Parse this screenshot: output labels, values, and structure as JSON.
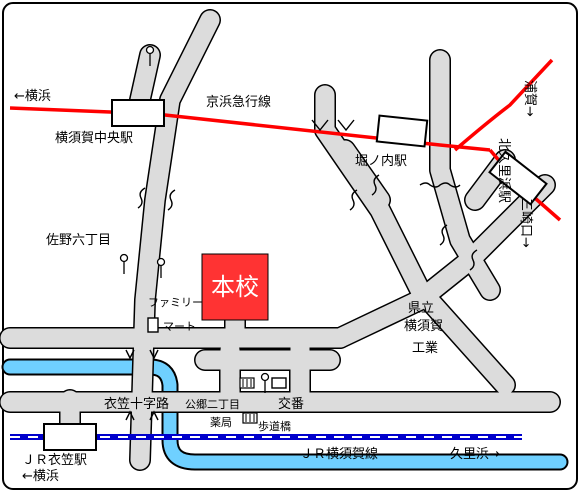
{
  "map": {
    "school": {
      "label": "本校",
      "color": "#ff3333"
    },
    "railways": {
      "keikyu": {
        "label": "京浜急行線",
        "color": "#ff0000"
      },
      "jr": {
        "label": "ＪＲ横須賀線",
        "color": "#0000cc"
      }
    },
    "destinations": {
      "yokohama_keikyu": "←横浜",
      "uraga": "浦賀→",
      "misakiguchi": "三崎口→",
      "jr_yokohama": "←横浜",
      "kurihama": "久里浜→"
    },
    "stations": {
      "yokosuka_chuo": "横須賀中央駅",
      "horinouchi": "堀ノ内駅",
      "kitakurihama": "北久里浜駅",
      "jr_kinugasa": "ＪＲ衣笠駅"
    },
    "places": {
      "sano_rokuchome": "佐野六丁目",
      "familymart_1": "ファミリー",
      "familymart_2": "マート",
      "kenritsu_1": "県立",
      "kenritsu_2": "横須賀",
      "kenritsu_3": "工業",
      "kinugasa_juujiro": "衣笠十字路",
      "kugo_nichome": "公郷二丁目",
      "koban": "交番",
      "yakkyoku": "薬局",
      "hodokyo": "歩道橋"
    }
  }
}
